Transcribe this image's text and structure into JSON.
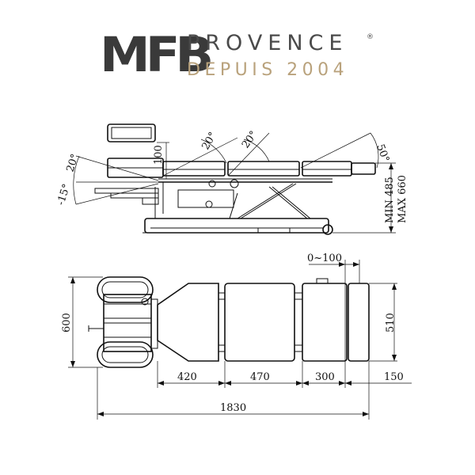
{
  "logo": {
    "brand": "MFB",
    "name": "PROVENCE",
    "registered": "®",
    "tagline": "DEPUIS 2004"
  },
  "side_view": {
    "angle_head_up": "20°",
    "angle_head_down": "-15°",
    "angle_mid1": "20°",
    "angle_mid2": "20°",
    "angle_leg": "50°",
    "head_offset": "100",
    "height_min": "MIN 485",
    "height_max": "MAX 660"
  },
  "top_view": {
    "width_head": "600",
    "width_body": "510",
    "shift_range": "0~100",
    "seg_420": "420",
    "seg_470": "470",
    "seg_300": "300",
    "seg_150": "150",
    "total_length": "1830"
  },
  "colors": {
    "logo_dark": "#3a3a3a",
    "logo_gold": "#b9a27c",
    "line": "#111111"
  }
}
